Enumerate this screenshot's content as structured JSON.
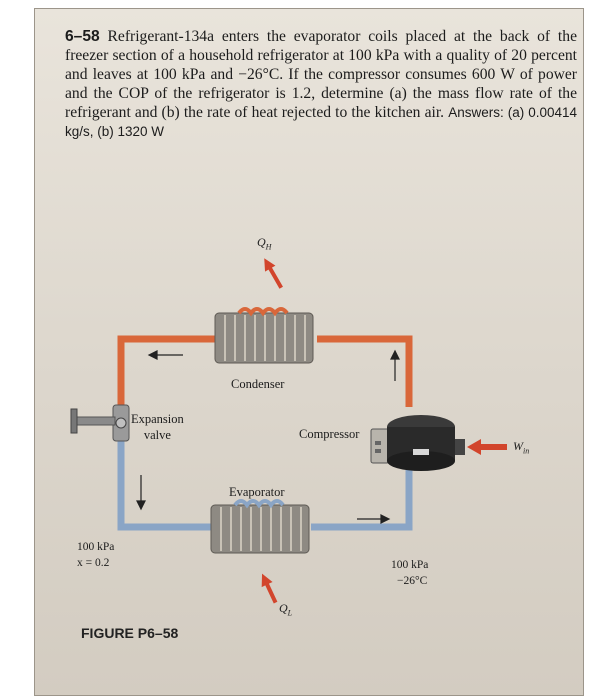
{
  "problem": {
    "number": "6–58",
    "text": "Refrigerant-134a enters the evaporator coils placed at the back of the freezer section of a household refrigerator at 100 kPa with a quality of 20 percent and leaves at 100 kPa and −26°C. If the compressor consumes 600 W of power and the COP of the refrigerator is 1.2, determine (a) the mass flow rate of the refrigerant and (b) the rate of heat rejected to the kitchen air.",
    "answers_label": "Answers:",
    "answers": "(a) 0.00414 kg/s, (b) 1320 W"
  },
  "figure": {
    "caption": "FIGURE P6–58",
    "condenser_label": "Condenser",
    "evaporator_label": "Evaporator",
    "compressor_label": "Compressor",
    "expansion_valve_label": "Expansion\nvalve",
    "q_h": "Q",
    "q_h_sub": "H",
    "q_l": "Q",
    "q_l_sub": "L",
    "w_in": "W",
    "w_in_sub": "in",
    "state_left_pressure": "100 kPa",
    "state_left_quality": "x = 0.2",
    "state_right_pressure": "100 kPa",
    "state_right_temp": "−26°C",
    "colors": {
      "hot_pipe": "#d9673a",
      "cold_pipe": "#8aa5c6",
      "arrow_red": "#d2452c",
      "coil": "#8e8a83"
    }
  }
}
